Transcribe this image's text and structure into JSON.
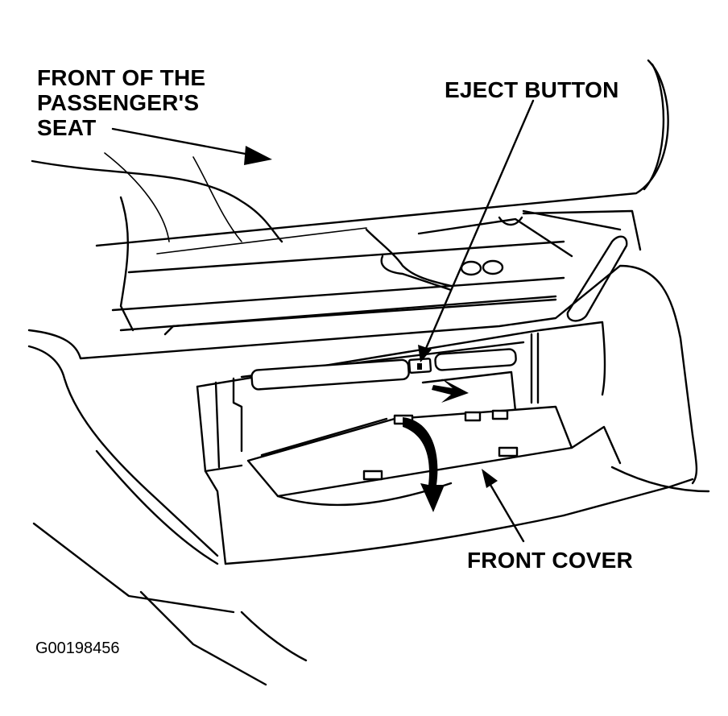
{
  "labels": {
    "front_seat": [
      "FRONT OF THE",
      "PASSENGER'S",
      "SEAT"
    ],
    "eject_button": "EJECT BUTTON",
    "front_cover": "FRONT COVER",
    "figure_code": "G00198456"
  },
  "colors": {
    "ink": "#000000",
    "paper": "#ffffff"
  }
}
